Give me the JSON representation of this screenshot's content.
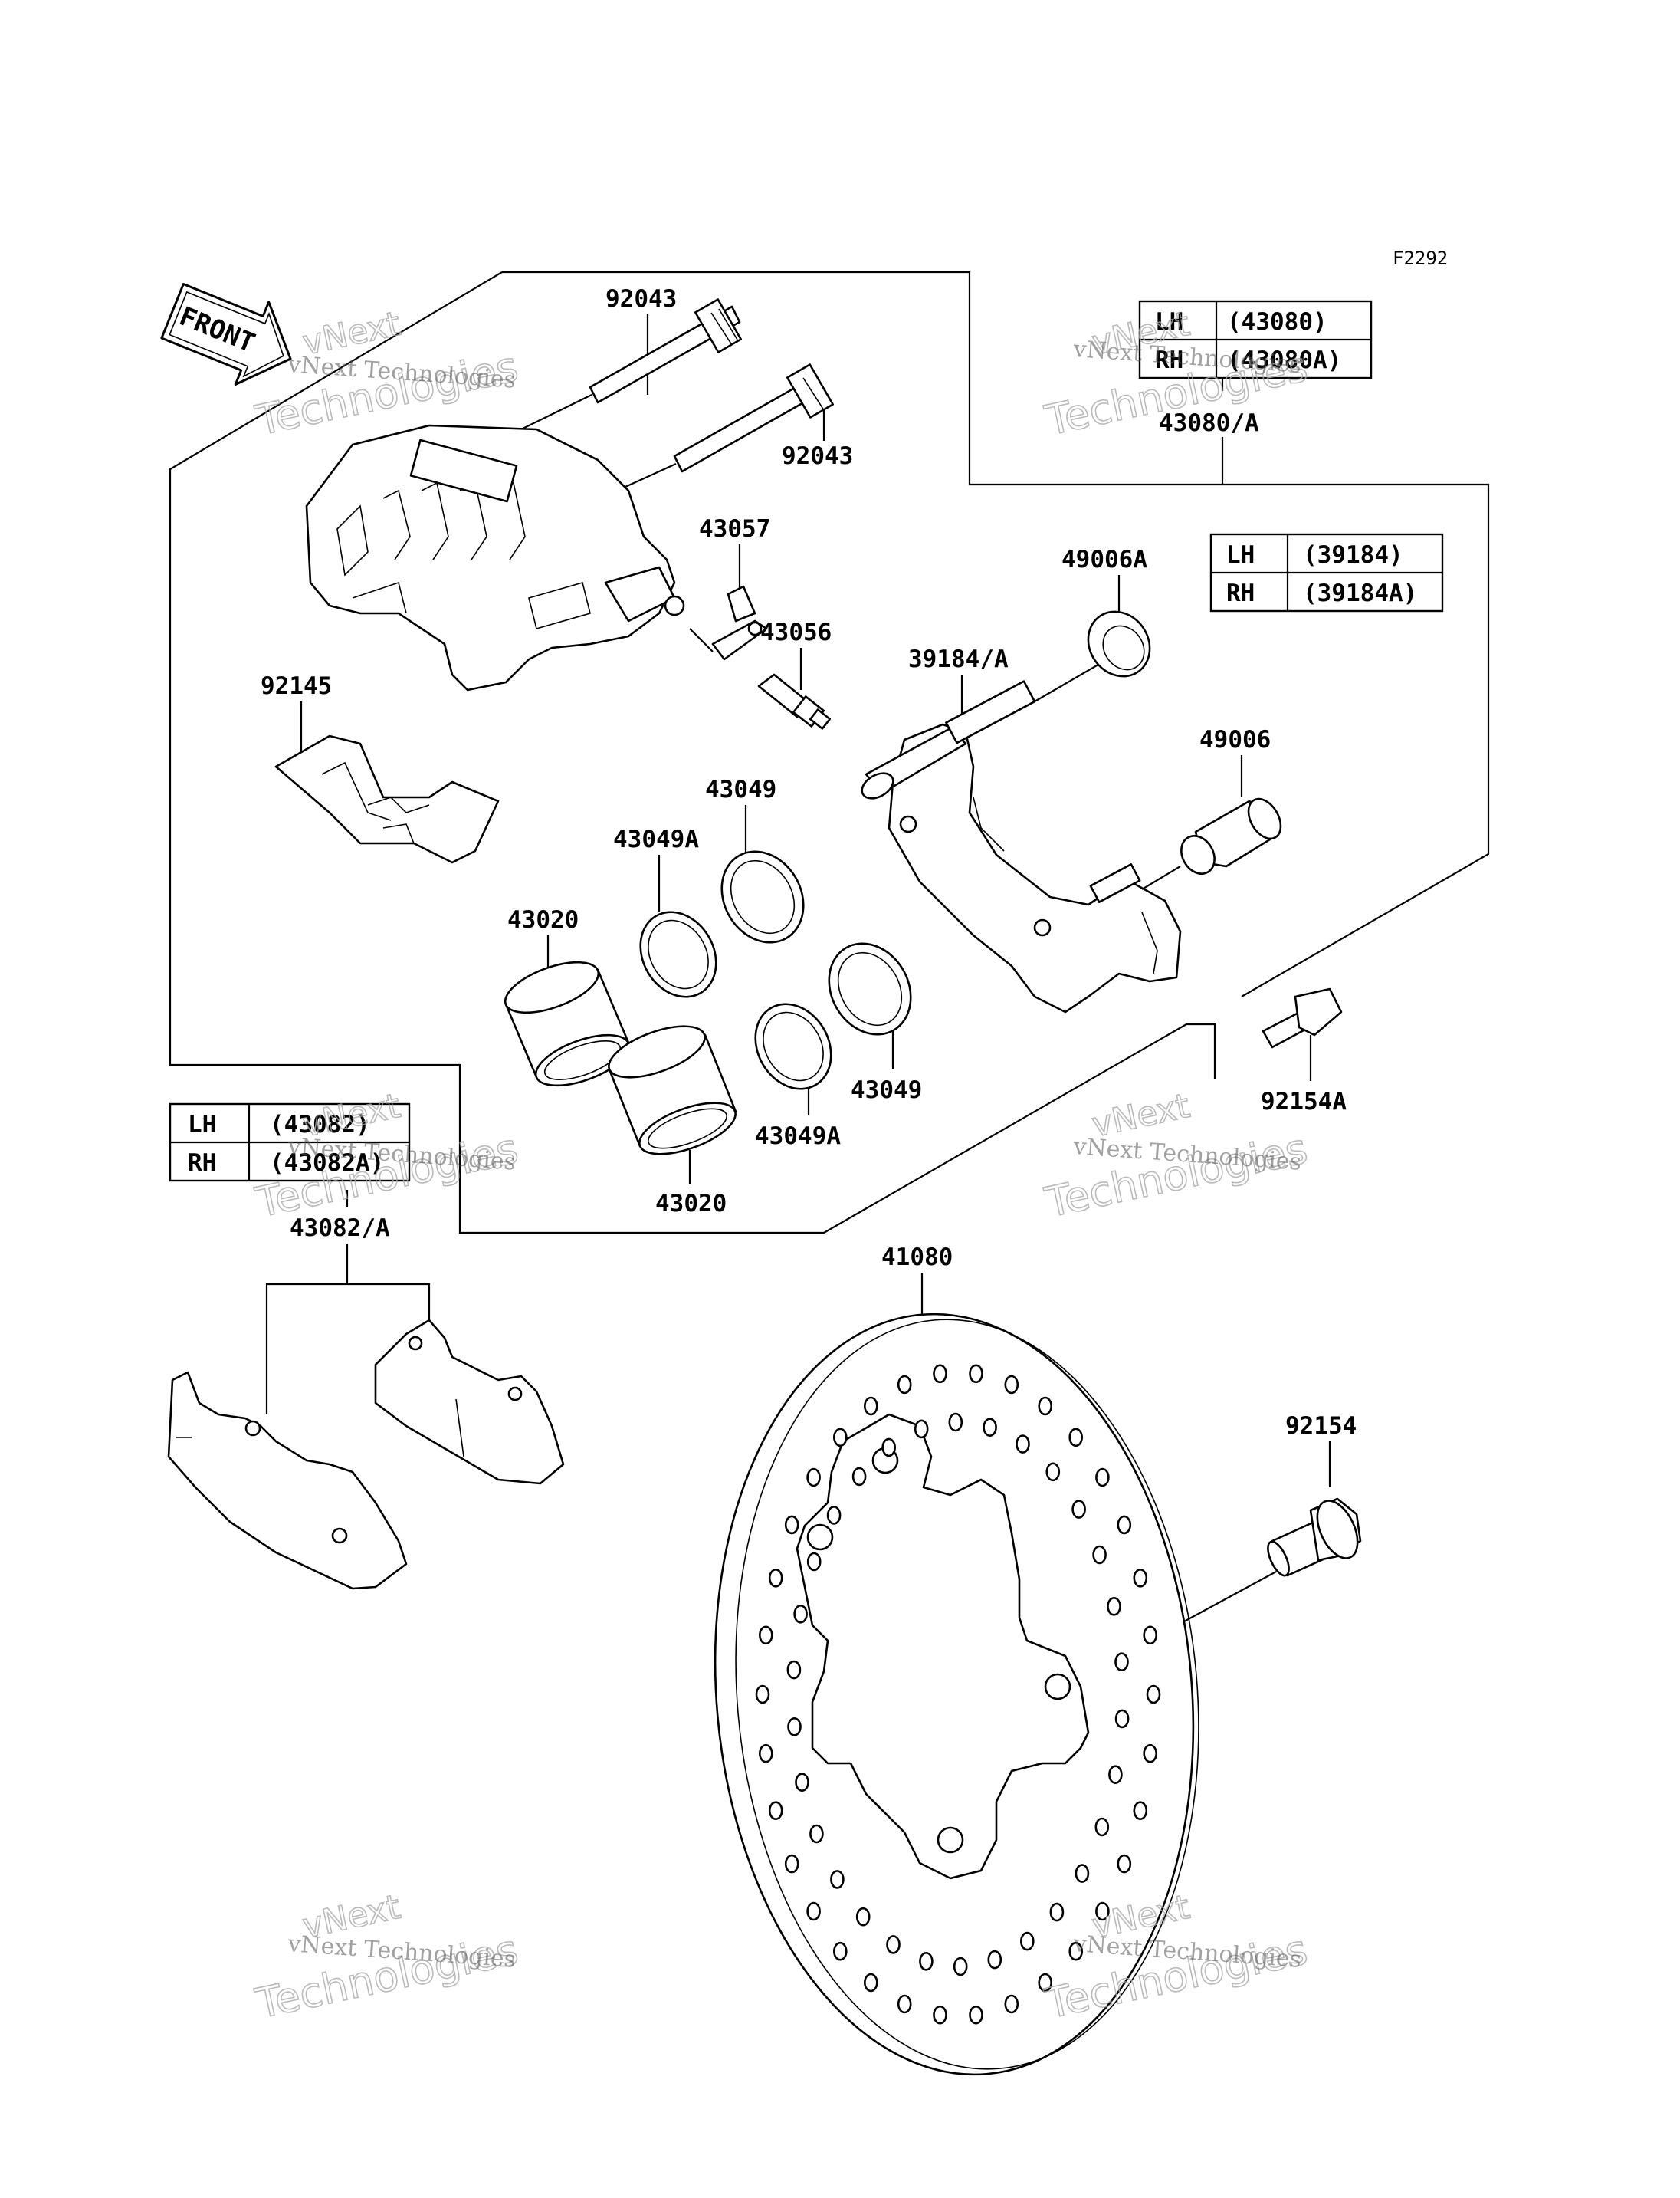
{
  "diagram": {
    "figure_code": "F2292",
    "front_label": "FRONT",
    "labels": {
      "pin_a": "92043",
      "pin_b": "92043",
      "caliper_assy": "43080/A",
      "bleeder_cap": "43057",
      "bleeder_valve": "43056",
      "bracket": "39184/A",
      "boot_a": "49006A",
      "boot": "49006",
      "spring": "92145",
      "piston_a": "43020",
      "piston_b": "43020",
      "seal_top": "43049",
      "seal_top_a": "43049A",
      "seal_bottom": "43049",
      "seal_bottom_a": "43049A",
      "bolt_a": "92154A",
      "pads": "43082/A",
      "disc": "41080",
      "bolt": "92154"
    },
    "tables": {
      "caliper": [
        {
          "side": "LH",
          "part": "(43080)"
        },
        {
          "side": "RH",
          "part": "(43080A)"
        }
      ],
      "bracket": [
        {
          "side": "LH",
          "part": "(39184)"
        },
        {
          "side": "RH",
          "part": "(39184A)"
        }
      ],
      "pads": [
        {
          "side": "LH",
          "part": "(43082)"
        },
        {
          "side": "RH",
          "part": "(43082A)"
        }
      ]
    },
    "watermark": {
      "line1": "vNext",
      "line2": "vNext Technologies",
      "line3": "Technologies"
    }
  }
}
